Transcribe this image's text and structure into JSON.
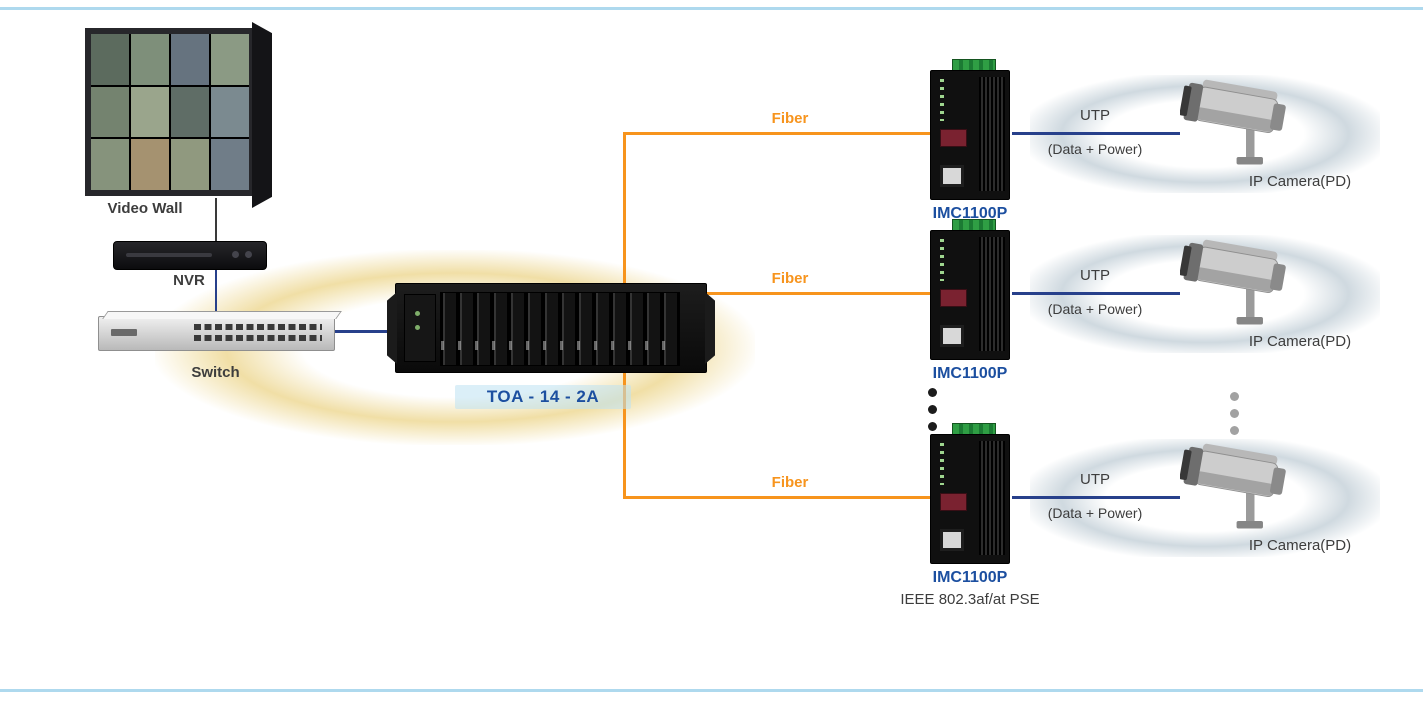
{
  "left_chain": {
    "video_wall_label": "Video Wall",
    "nvr_label": "NVR",
    "switch_label": "Switch"
  },
  "chassis": {
    "label": "TOA - 14 - 2A"
  },
  "colors": {
    "fiber_line": "#f7941d",
    "utp_line": "#27408b",
    "device_label_blue": "#1c4fa0",
    "edge_border": "#aed9ee"
  },
  "rows": [
    {
      "fiber": "Fiber",
      "device": "IMC1100P",
      "utp": "UTP",
      "utp_sub": "(Data + Power)",
      "camera": "IP Camera(PD)"
    },
    {
      "fiber": "Fiber",
      "device": "IMC1100P",
      "utp": "UTP",
      "utp_sub": "(Data + Power)",
      "camera": "IP Camera(PD)"
    },
    {
      "fiber": "Fiber",
      "device": "IMC1100P",
      "utp": "UTP",
      "utp_sub": "(Data + Power)",
      "camera": "IP Camera(PD)"
    }
  ],
  "footer": {
    "pse_label": "IEEE 802.3af/at PSE"
  }
}
